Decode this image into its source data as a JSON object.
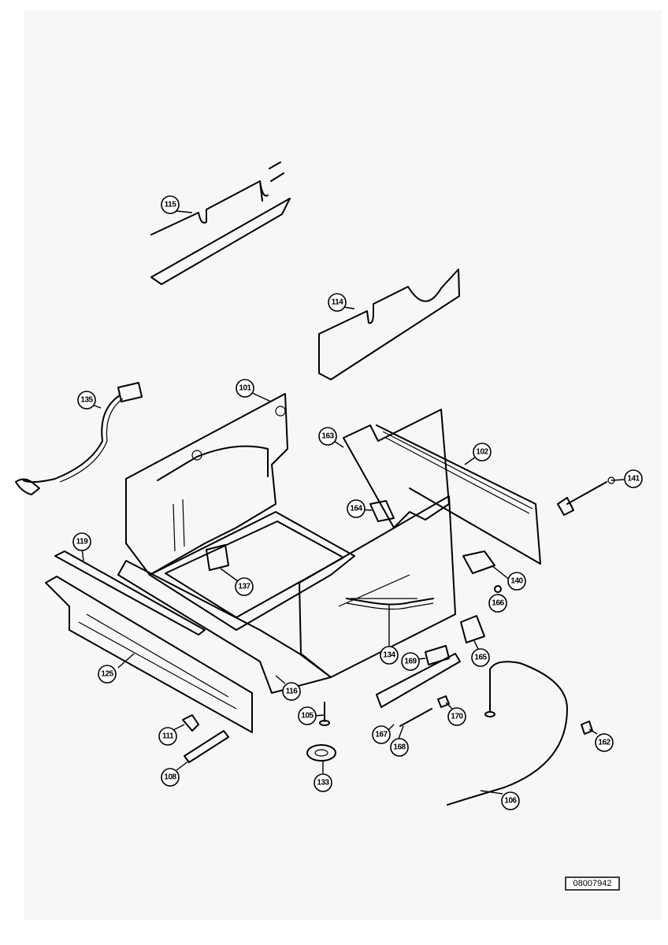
{
  "diagram": {
    "document_number": "08007942",
    "callouts": [
      "115",
      "114",
      "135",
      "101",
      "163",
      "102",
      "141",
      "164",
      "119",
      "137",
      "140",
      "166",
      "134",
      "169",
      "165",
      "125",
      "116",
      "105",
      "170",
      "111",
      "167",
      "168",
      "162",
      "108",
      "133",
      "106"
    ]
  }
}
